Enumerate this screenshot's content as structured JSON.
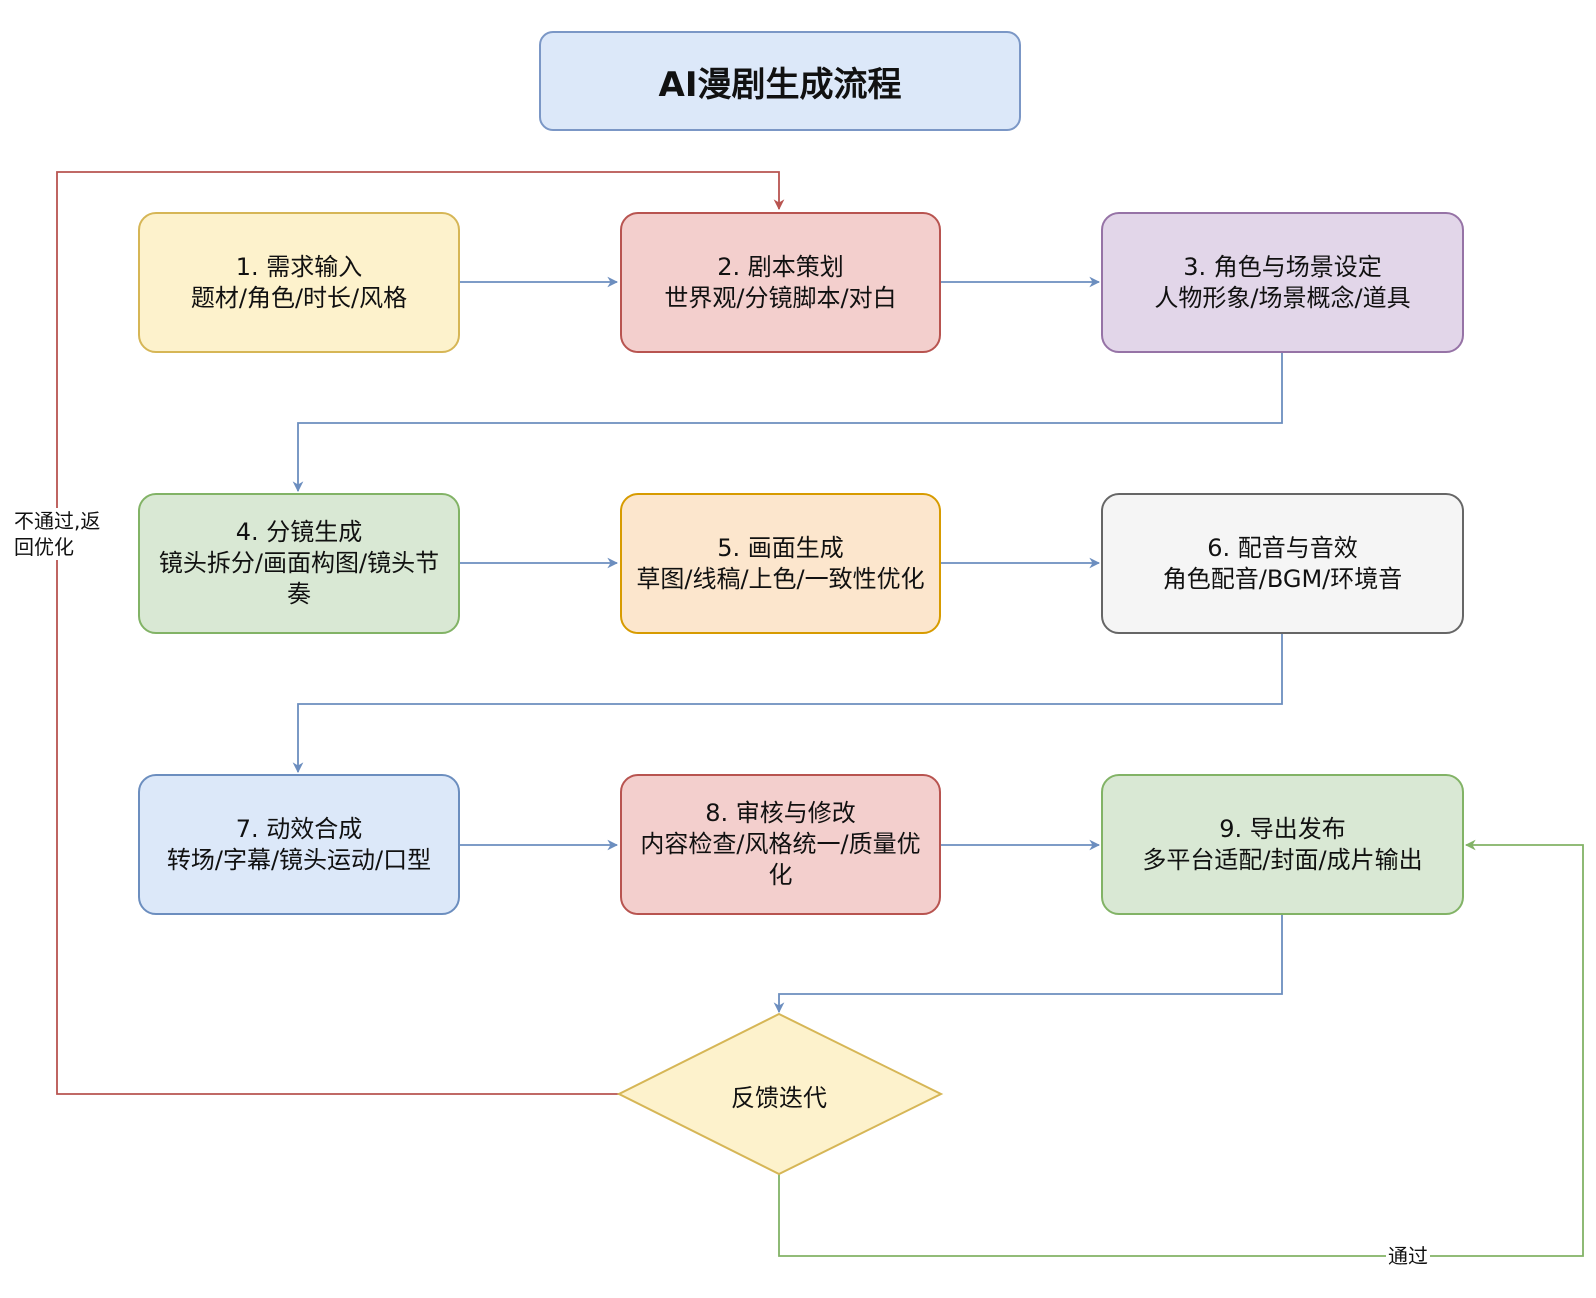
{
  "title": "AI漫剧生成流程",
  "colors": {
    "blue_line": "#6c8ebf",
    "red_line": "#b85450",
    "green_line": "#82b366"
  },
  "steps": [
    {
      "heading": "1. 需求输入",
      "detail": "题材/角色/时长/风格",
      "fill": "#fdf2cc",
      "stroke": "#d6b656"
    },
    {
      "heading": "2. 剧本策划",
      "detail": "世界观/分镜脚本/对白",
      "fill": "#f3cfcd",
      "stroke": "#b85450"
    },
    {
      "heading": "3. 角色与场景设定",
      "detail": "人物形象/场景概念/道具",
      "fill": "#e2d6e9",
      "stroke": "#9673a6"
    },
    {
      "heading": "4. 分镜生成",
      "detail": "镜头拆分/画面构图/镜头节奏",
      "fill": "#d9e8d4",
      "stroke": "#82b366"
    },
    {
      "heading": "5. 画面生成",
      "detail": "草图/线稿/上色/一致性优化",
      "fill": "#fce6cd",
      "stroke": "#d79b00"
    },
    {
      "heading": "6. 配音与音效",
      "detail": "角色配音/BGM/环境音",
      "fill": "#f5f5f5",
      "stroke": "#666666"
    },
    {
      "heading": "7. 动效合成",
      "detail": "转场/字幕/镜头运动/口型",
      "fill": "#dce8f9",
      "stroke": "#6c8ebf"
    },
    {
      "heading": "8. 审核与修改",
      "detail": "内容检查/风格统一/质量优化",
      "fill": "#f3cfcd",
      "stroke": "#b85450"
    },
    {
      "heading": "9. 导出发布",
      "detail": "多平台适配/封面/成片输出",
      "fill": "#d9e8d4",
      "stroke": "#82b366"
    }
  ],
  "decision": {
    "label": "反馈迭代",
    "fill": "#fdf2cc",
    "stroke": "#d6b656"
  },
  "edge_labels": {
    "fail": "不通过,返回优化",
    "pass": "通过"
  }
}
